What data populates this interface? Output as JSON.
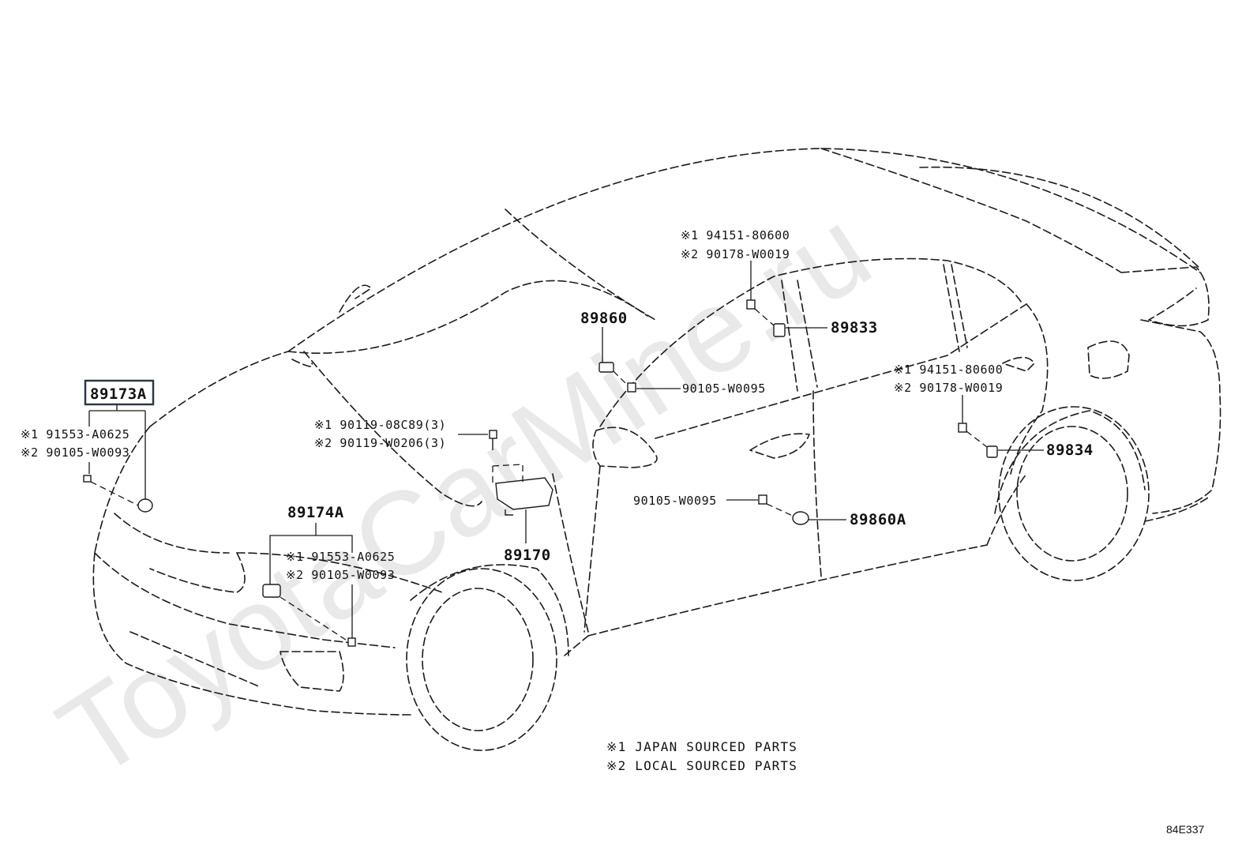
{
  "watermark": "ToyotaCarMine.ru",
  "callouts": {
    "p89173A": "89173A",
    "p89174A": "89174A",
    "p89170": "89170",
    "p89860": "89860",
    "p89860A": "89860A",
    "p89833": "89833",
    "p89834": "89834"
  },
  "sub_labels": {
    "front_left_1": "※1 91553-A0625",
    "front_left_2": "※2 90105-W0093",
    "front_center_1": "※1 91553-A0625",
    "front_center_2": "※2 90105-W0093",
    "ecu_bolt_1": "※1 90119-08C89(3)",
    "ecu_bolt_2": "※2 90119-W0206(3)",
    "pillar_1": "※1 94151-80600",
    "pillar_2": "※2 90178-W0019",
    "rear_1": "※1 94151-80600",
    "rear_2": "※2 90178-W0019",
    "bolt_upper": "90105-W0095",
    "bolt_lower": "90105-W0095"
  },
  "legend": {
    "line1": "※1 JAPAN SOURCED PARTS",
    "line2": "※2 LOCAL SOURCED PARTS"
  },
  "diagram_code": "84E337",
  "colors": {
    "selection_box": "#2b3a4a",
    "line": "#1a1a1a",
    "watermark": "#e9e9e9"
  }
}
